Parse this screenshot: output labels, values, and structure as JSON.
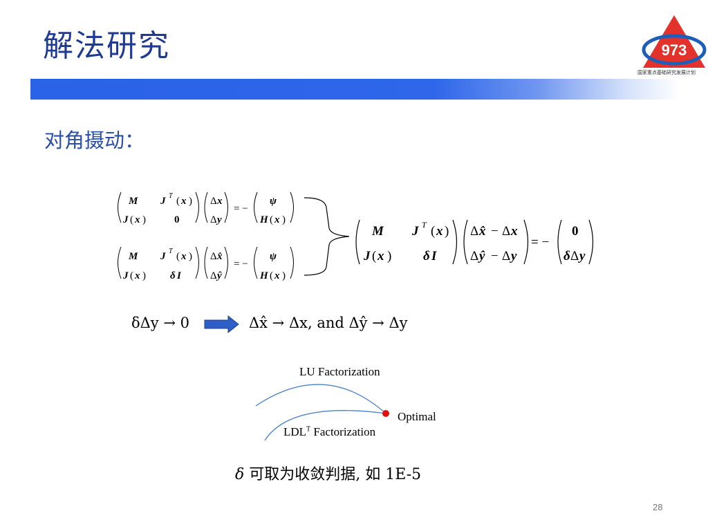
{
  "slide": {
    "title": "解法研究",
    "subtitle": "对角摄动：",
    "page_number": "28"
  },
  "logo": {
    "number": "973",
    "caption": "国家重点基础研究发展计划",
    "colors": {
      "red": "#e3322b",
      "blue": "#1d5fb8"
    }
  },
  "implication": {
    "left": "δΔy → 0",
    "right": "Δx̂ → Δx, and Δŷ → Δy"
  },
  "diagram": {
    "lu_label": "LU Factorization",
    "ldl_label_main": "LDL",
    "ldl_label_sup": "T",
    "ldl_label_rest": " Factorization",
    "optimal_label": "Optimal"
  },
  "note": {
    "symbol": "δ",
    "text": "可取为收敛判据, 如 1E-5"
  },
  "colors": {
    "title": "#1f3a93",
    "band": "#2f66ea",
    "arrow": "#2e5fc9",
    "curve": "#4a7fc8",
    "dot": "#e01010"
  }
}
